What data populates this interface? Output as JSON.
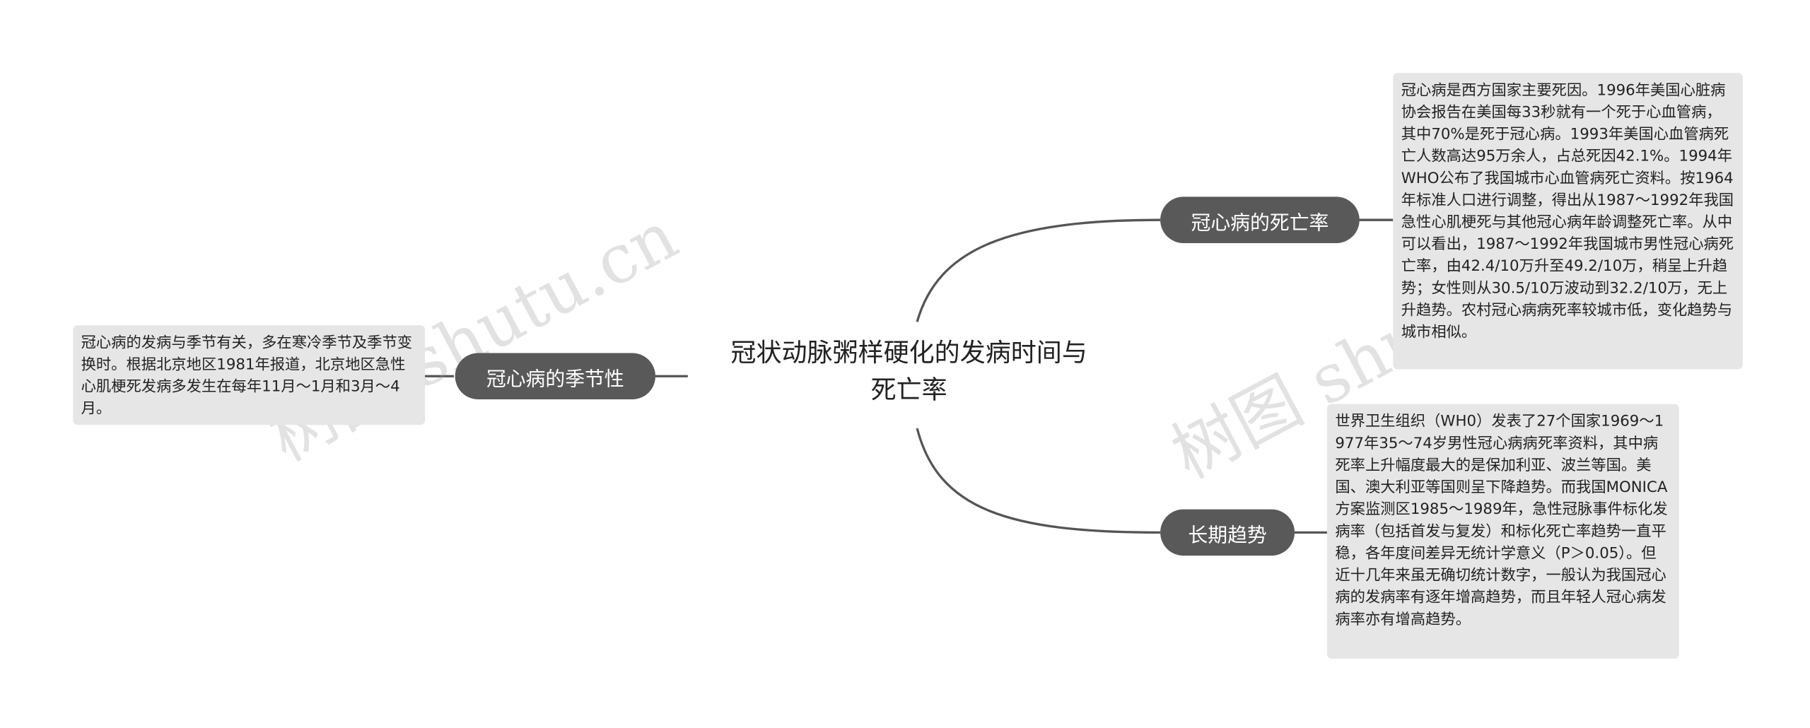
{
  "root": {
    "title": "冠状动脉粥样硬化的发病时间与死亡率"
  },
  "branches": [
    {
      "label": "冠心病的死亡率",
      "note": "冠心病是西方国家主要死因。1996年美国心脏病协会报告在美国每33秒就有一个死于心血管病，其中70%是死于冠心病。1993年美国心血管病死亡人数高达95万余人，占总死因42.1%。1994年WHO公布了我国城市心血管病死亡资料。按1964年标准人口进行调整，得出从1987～1992年我国急性心肌梗死与其他冠心病年龄调整死亡率。从中可以看出，1987～1992年我国城市男性冠心病死亡率，由42.4/10万升至49.2/10万，稍呈上升趋势；女性则从30.5/10万波动到32.2/10万，无上升趋势。农村冠心病病死率较城市低，变化趋势与城市相似。"
    },
    {
      "label": "长期趋势",
      "note": "世界卫生组织（WH0）发表了27个国家1969～1977年35～74岁男性冠心病病死率资料，其中病死率上升幅度最大的是保加利亚、波兰等国。美国、澳大利亚等国则呈下降趋势。而我国MONICA方案监测区1985～1989年，急性冠脉事件标化发病率（包括首发与复发）和标化死亡率趋势一直平稳，各年度间差异无统计学意义（P＞0.05）。但近十几年来虽无确切统计数字，一般认为我国冠心病的发病率有逐年增高趋势，而且年轻人冠心病发病率亦有增高趋势。"
    },
    {
      "label": "冠心病的季节性",
      "note": "冠心病的发病与季节有关，多在寒冷季节及季节变换时。根据北京地区1981年报道，北京地区急性心肌梗死发病多发生在每年11月～1月和3月～4月。"
    }
  ],
  "watermark": {
    "text": "树图 shutu.cn"
  }
}
